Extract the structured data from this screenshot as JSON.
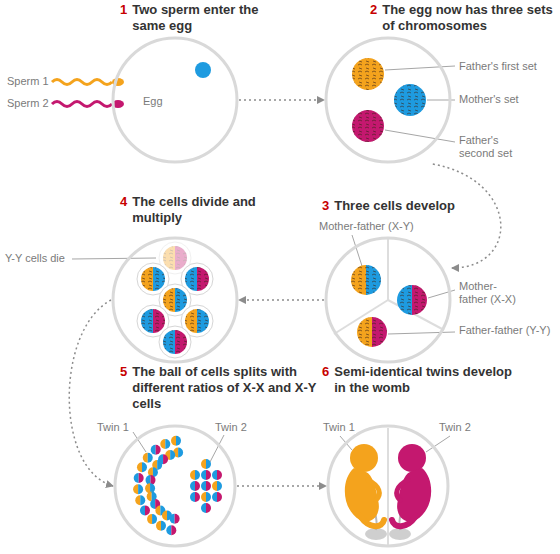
{
  "diagram": {
    "nodes": [
      {
        "text": [
          "1",
          "Two sperm enter the same egg"
        ]
      },
      {
        "text": [
          "2",
          "The egg now has three sets of chromosomes"
        ]
      },
      {
        "text": [
          "3",
          "Three cells develop"
        ]
      },
      {
        "text": [
          "4",
          "The cells divide and multiply"
        ]
      },
      {
        "text": [
          "5",
          "The ball of cells splits with different ratios of X-X and X-Y cells"
        ]
      },
      {
        "text": [
          "6",
          "Semi-identical twins develop in the womb"
        ]
      }
    ],
    "edges": [
      {
        "from": 0,
        "to": 1,
        "arrow": "to"
      },
      {
        "from": 1,
        "to": 2,
        "arrow": "to"
      },
      {
        "from": 2,
        "to": 3,
        "arrow": "to"
      },
      {
        "from": 3,
        "to": 4,
        "arrow": "to"
      },
      {
        "from": 4,
        "to": 5,
        "arrow": "to"
      }
    ],
    "labels": [
      "Sperm 1",
      "Sperm 2",
      "Egg",
      "Father's first set",
      "Mother's set",
      "Father's second set",
      "Mother-father (X-Y)",
      "Mother-father (X-X)",
      "Father-father (Y-Y)",
      "Y-Y cells die",
      "Twin 1",
      "Twin 2",
      "Twin 1",
      "Twin 2"
    ]
  }
}
